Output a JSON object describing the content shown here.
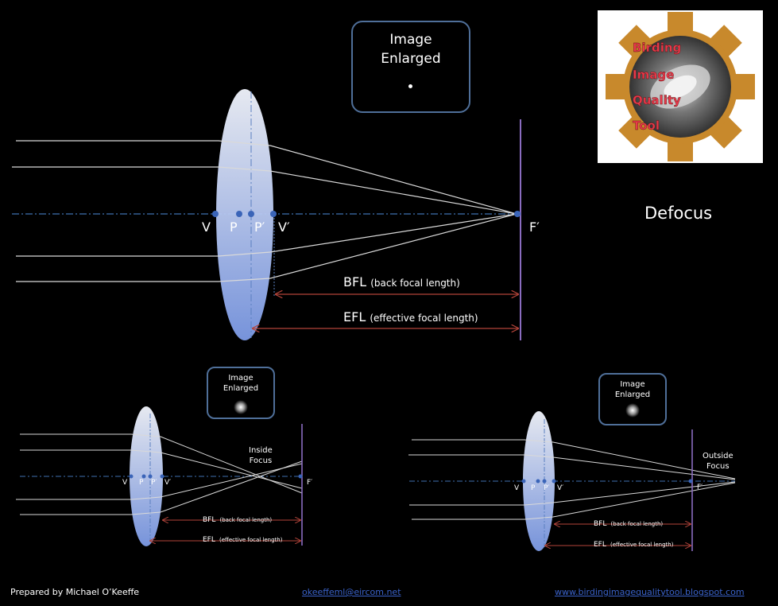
{
  "title": "Defocus",
  "main_diagram": {
    "box_text_line1": "Image",
    "box_text_line2": "Enlarged",
    "points": {
      "v": "V",
      "p": "P",
      "p_prime": "P′",
      "v_prime": "V′",
      "f_prime": "F′"
    },
    "bfl_abbr": "BFL",
    "bfl_desc": "(back focal length)",
    "efl_abbr": "EFL",
    "efl_desc": "(effective focal length)"
  },
  "inside_diagram": {
    "box_text_line1": "Image",
    "box_text_line2": "Enlarged",
    "focus_line1": "Inside",
    "focus_line2": "Focus",
    "points": {
      "v": "V",
      "p": "P",
      "p_prime": "P′",
      "v_prime": "V′",
      "f_prime": "F′"
    },
    "bfl_abbr": "BFL",
    "bfl_desc": "(back focal length)",
    "efl_abbr": "EFL",
    "efl_desc": "(effective focal length)"
  },
  "outside_diagram": {
    "box_text_line1": "Image",
    "box_text_line2": "Enlarged",
    "focus_line1": "Outside",
    "focus_line2": "Focus",
    "points": {
      "v": "V",
      "p": "P",
      "p_prime": "P′",
      "v_prime": "V′",
      "f_prime": "F′"
    },
    "bfl_abbr": "BFL",
    "bfl_desc": "(back focal length)",
    "efl_abbr": "EFL",
    "efl_desc": "(effective focal length)"
  },
  "logo": {
    "line1": "Birding",
    "line2": "Image",
    "line3": "Quality",
    "line4": "Tool"
  },
  "footer": {
    "author": "Prepared by Michael O’Keeffe",
    "email": "okeeffeml@eircom.net",
    "website": "www.birdingimagequalitytool.blogspot.com"
  },
  "colors": {
    "background": "#000000",
    "axis": "#3f6fb0",
    "focal_plane": "#8a6cc0",
    "dimension_line": "#b3443a",
    "box_border": "#4f6f99",
    "link": "#3a62c9"
  }
}
